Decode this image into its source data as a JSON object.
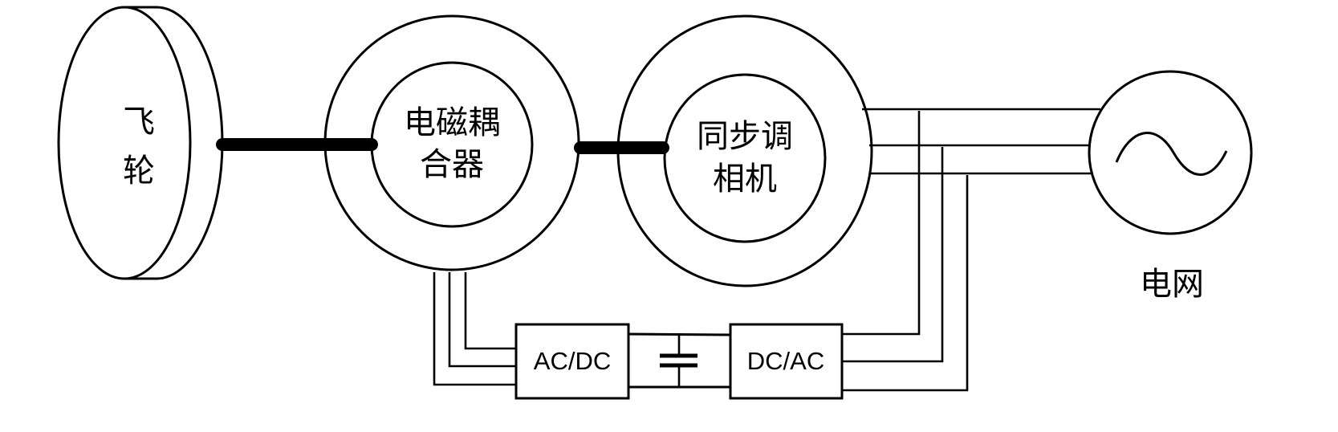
{
  "diagram": {
    "type": "block-diagram",
    "colors": {
      "line": "#000000",
      "background": "#ffffff"
    },
    "components": {
      "flywheel": {
        "label_line1": "飞",
        "label_line2": "轮"
      },
      "coupler": {
        "label_line1": "电磁耦",
        "label_line2": "合器"
      },
      "condenser": {
        "label_line1": "同步调",
        "label_line2": "相机"
      },
      "grid": {
        "label": "电网",
        "icon": "ac-sine-wave-icon"
      },
      "rectifier": {
        "label": "AC/DC"
      },
      "inverter": {
        "label": "DC/AC"
      },
      "capacitor": {
        "icon": "capacitor-icon"
      }
    },
    "connections": [
      {
        "from": "flywheel",
        "to": "coupler",
        "kind": "mechanical-shaft"
      },
      {
        "from": "coupler",
        "to": "condenser",
        "kind": "mechanical-shaft"
      },
      {
        "from": "coupler",
        "to": "rectifier",
        "kind": "three-phase"
      },
      {
        "from": "rectifier",
        "to": "inverter",
        "kind": "dc-link"
      },
      {
        "from": "inverter",
        "to": "grid-bus",
        "kind": "three-phase"
      },
      {
        "from": "condenser",
        "to": "grid",
        "kind": "three-phase"
      }
    ]
  }
}
